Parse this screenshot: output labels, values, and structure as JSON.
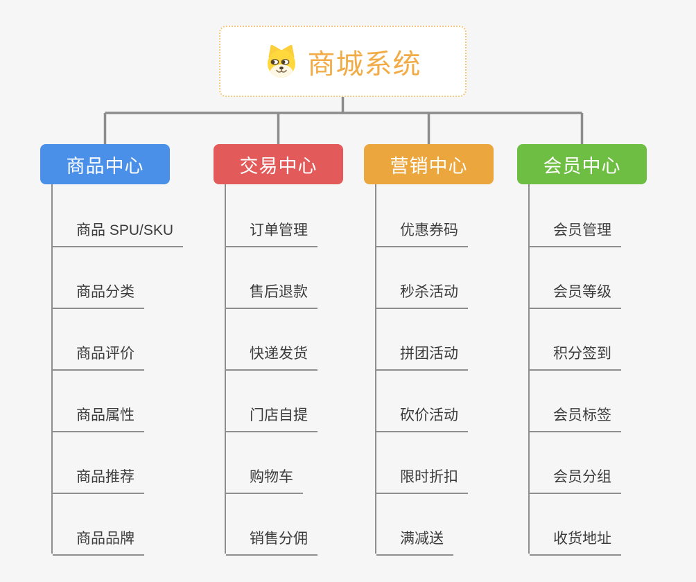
{
  "root": {
    "title": "商城系统",
    "icon": "dog-face-icon"
  },
  "branches": [
    {
      "label": "商品中心",
      "color": "#4a90e8",
      "items": [
        "商品 SPU/SKU",
        "商品分类",
        "商品评价",
        "商品属性",
        "商品推荐",
        "商品品牌"
      ]
    },
    {
      "label": "交易中心",
      "color": "#e25a5a",
      "items": [
        "订单管理",
        "售后退款",
        "快递发货",
        "门店自提",
        "购物车",
        "销售分佣"
      ]
    },
    {
      "label": "营销中心",
      "color": "#eba73e",
      "items": [
        "优惠券码",
        "秒杀活动",
        "拼团活动",
        "砍价活动",
        "限时折扣",
        "满减送"
      ]
    },
    {
      "label": "会员中心",
      "color": "#6fbe44",
      "items": [
        "会员管理",
        "会员等级",
        "积分签到",
        "会员标签",
        "会员分组",
        "收货地址"
      ]
    }
  ],
  "colors": {
    "background": "#f6f6f6",
    "connector_line": "#8c8c8c",
    "leaf_line": "#8e8e8e",
    "leaf_text": "#3c3c3c",
    "root_title": "#f2ac47",
    "root_border": "#f3c87e",
    "root_fill": "#ffffff"
  }
}
